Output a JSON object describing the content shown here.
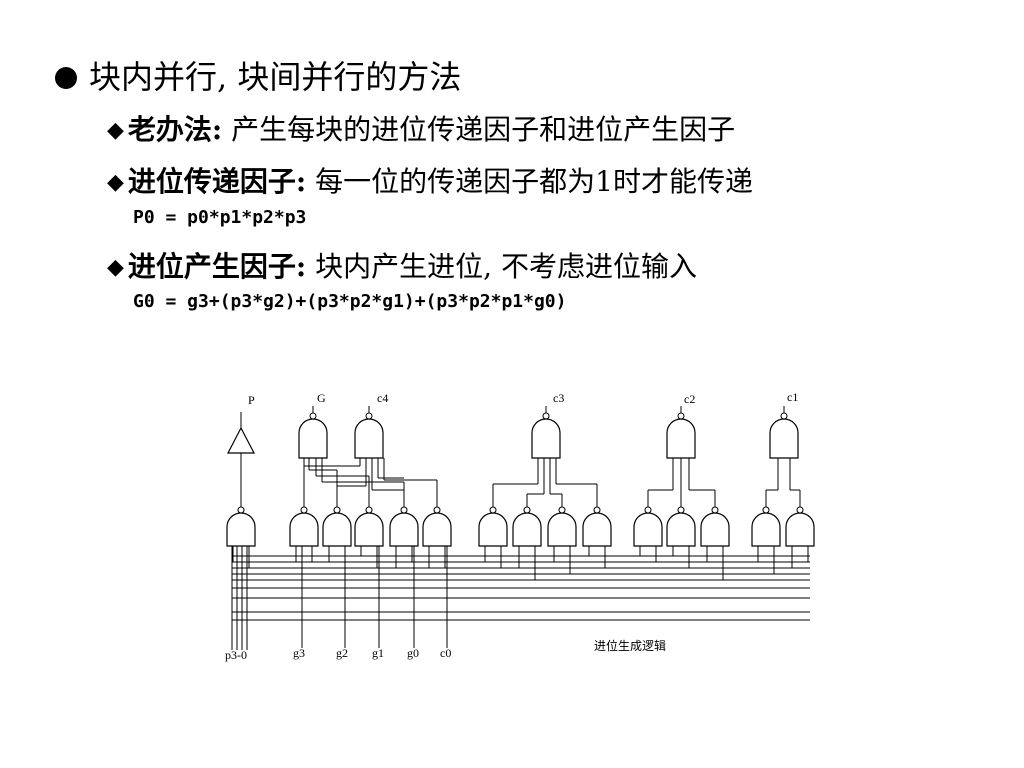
{
  "heading": {
    "bullet_icon": "filled-circle",
    "text": "块内并行, 块间并行的方法"
  },
  "items": [
    {
      "bullet_icon": "diamond",
      "label": "老办法:",
      "text": " 产生每块的进位传递因子和进位产生因子"
    },
    {
      "bullet_icon": "diamond",
      "label": "进位传递因子:",
      "text": " 每一位的传递因子都为1时才能传递"
    },
    {
      "bullet_icon": "diamond",
      "label": "进位产生因子:",
      "text": " 块内产生进位, 不考虑进位输入"
    }
  ],
  "formulas": {
    "p0": "P0 = p0*p1*p2*p3",
    "g0": "G0 = g3+(p3*g2)+(p3*p2*g1)+(p3*p2*p1*g0)"
  },
  "diagram": {
    "outputs": {
      "p": "P",
      "g": "G",
      "c4": "c4",
      "c3": "c3",
      "c2": "c2",
      "c1": "c1"
    },
    "inputs": {
      "p30": "p3-0",
      "g3": "g3",
      "g2": "g2",
      "g1": "g1",
      "g0": "g0",
      "c0": "c0"
    },
    "caption": "进位生成逻辑"
  }
}
